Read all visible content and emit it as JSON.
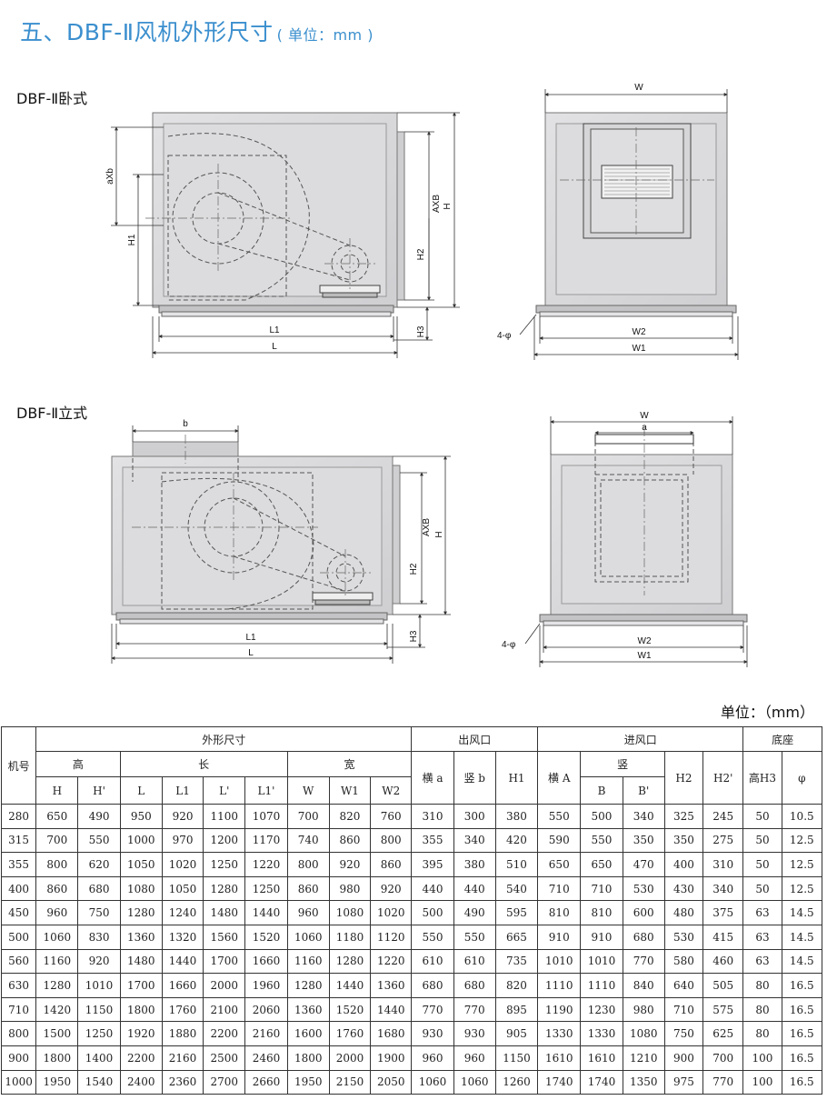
{
  "title": {
    "main": "五、DBF-Ⅱ风机外形尺寸",
    "unit": "( 单位：mm )"
  },
  "horizontal": {
    "label": "DBF-Ⅱ卧式",
    "side_dims": {
      "axb": "aXb",
      "H1": "H1",
      "AXB": "AXB",
      "H": "H",
      "H2": "H2",
      "H3": "H3",
      "L1": "L1",
      "L": "L"
    },
    "front_dims": {
      "W": "W",
      "W2": "W2",
      "W1": "W1",
      "holes": "4-φ"
    }
  },
  "vertical": {
    "label": "DBF-Ⅱ立式",
    "side_dims": {
      "b": "b",
      "AXB": "AXB",
      "H": "H",
      "H2": "H2",
      "H3": "H3",
      "L1": "L1",
      "L": "L"
    },
    "front_dims": {
      "W": "W",
      "a": "a",
      "W2": "W2",
      "W1": "W1",
      "holes": "4-φ"
    }
  },
  "table": {
    "unit_note": "单位：（mm）",
    "groups": {
      "model": "机号",
      "outline": "外形尺寸",
      "outlet": "出风口",
      "inlet": "进风口",
      "base": "底座"
    },
    "subgroups": {
      "height": "高",
      "length": "长",
      "width": "宽",
      "vertical": "竖"
    },
    "columns": {
      "H": "H",
      "H_prime": "H'",
      "L": "L",
      "L1": "L1",
      "L_prime": "L'",
      "L1_prime": "L1'",
      "W": "W",
      "W1": "W1",
      "W2": "W2",
      "out_a": "横 a",
      "out_b": "竖 b",
      "H1": "H1",
      "in_A": "横 A",
      "B": "B",
      "B_prime": "B'",
      "H2": "H2",
      "H2_prime": "H2'",
      "H3": "高H3",
      "phi": "φ"
    },
    "rows": [
      [
        "280",
        "650",
        "490",
        "950",
        "920",
        "1100",
        "1070",
        "700",
        "820",
        "760",
        "310",
        "300",
        "380",
        "550",
        "500",
        "340",
        "325",
        "245",
        "50",
        "10.5"
      ],
      [
        "315",
        "700",
        "550",
        "1000",
        "970",
        "1200",
        "1170",
        "740",
        "860",
        "800",
        "355",
        "340",
        "420",
        "590",
        "550",
        "350",
        "350",
        "275",
        "50",
        "12.5"
      ],
      [
        "355",
        "800",
        "620",
        "1050",
        "1020",
        "1250",
        "1220",
        "800",
        "920",
        "860",
        "395",
        "380",
        "510",
        "650",
        "650",
        "470",
        "400",
        "310",
        "50",
        "12.5"
      ],
      [
        "400",
        "860",
        "680",
        "1080",
        "1050",
        "1280",
        "1250",
        "860",
        "980",
        "920",
        "440",
        "440",
        "540",
        "710",
        "710",
        "530",
        "430",
        "340",
        "50",
        "12.5"
      ],
      [
        "450",
        "960",
        "750",
        "1280",
        "1240",
        "1480",
        "1440",
        "960",
        "1080",
        "1020",
        "500",
        "490",
        "595",
        "810",
        "810",
        "600",
        "480",
        "375",
        "63",
        "14.5"
      ],
      [
        "500",
        "1060",
        "830",
        "1360",
        "1320",
        "1560",
        "1520",
        "1060",
        "1180",
        "1120",
        "550",
        "550",
        "665",
        "910",
        "910",
        "680",
        "530",
        "415",
        "63",
        "14.5"
      ],
      [
        "560",
        "1160",
        "920",
        "1480",
        "1440",
        "1700",
        "1660",
        "1160",
        "1280",
        "1220",
        "610",
        "610",
        "735",
        "1010",
        "1010",
        "770",
        "580",
        "460",
        "63",
        "14.5"
      ],
      [
        "630",
        "1280",
        "1010",
        "1700",
        "1660",
        "2000",
        "1960",
        "1280",
        "1440",
        "1360",
        "680",
        "680",
        "820",
        "1110",
        "1110",
        "840",
        "640",
        "505",
        "80",
        "16.5"
      ],
      [
        "710",
        "1420",
        "1150",
        "1800",
        "1760",
        "2100",
        "2060",
        "1360",
        "1520",
        "1440",
        "770",
        "770",
        "895",
        "1190",
        "1230",
        "980",
        "710",
        "575",
        "80",
        "16.5"
      ],
      [
        "800",
        "1500",
        "1250",
        "1920",
        "1880",
        "2200",
        "2160",
        "1600",
        "1760",
        "1680",
        "930",
        "930",
        "905",
        "1330",
        "1330",
        "1080",
        "750",
        "625",
        "80",
        "16.5"
      ],
      [
        "900",
        "1800",
        "1400",
        "2200",
        "2160",
        "2500",
        "2460",
        "1800",
        "2000",
        "1900",
        "960",
        "960",
        "1150",
        "1610",
        "1610",
        "1210",
        "900",
        "700",
        "100",
        "16.5"
      ],
      [
        "1000",
        "1950",
        "1540",
        "2400",
        "2360",
        "2700",
        "2660",
        "1950",
        "2150",
        "2050",
        "1060",
        "1060",
        "1260",
        "1740",
        "1740",
        "1350",
        "975",
        "770",
        "100",
        "16.5"
      ]
    ]
  },
  "colors": {
    "title": "#3b8fce",
    "casing": "#d9d9db",
    "casing_edge": "#8a8a8a",
    "line": "#333333"
  }
}
